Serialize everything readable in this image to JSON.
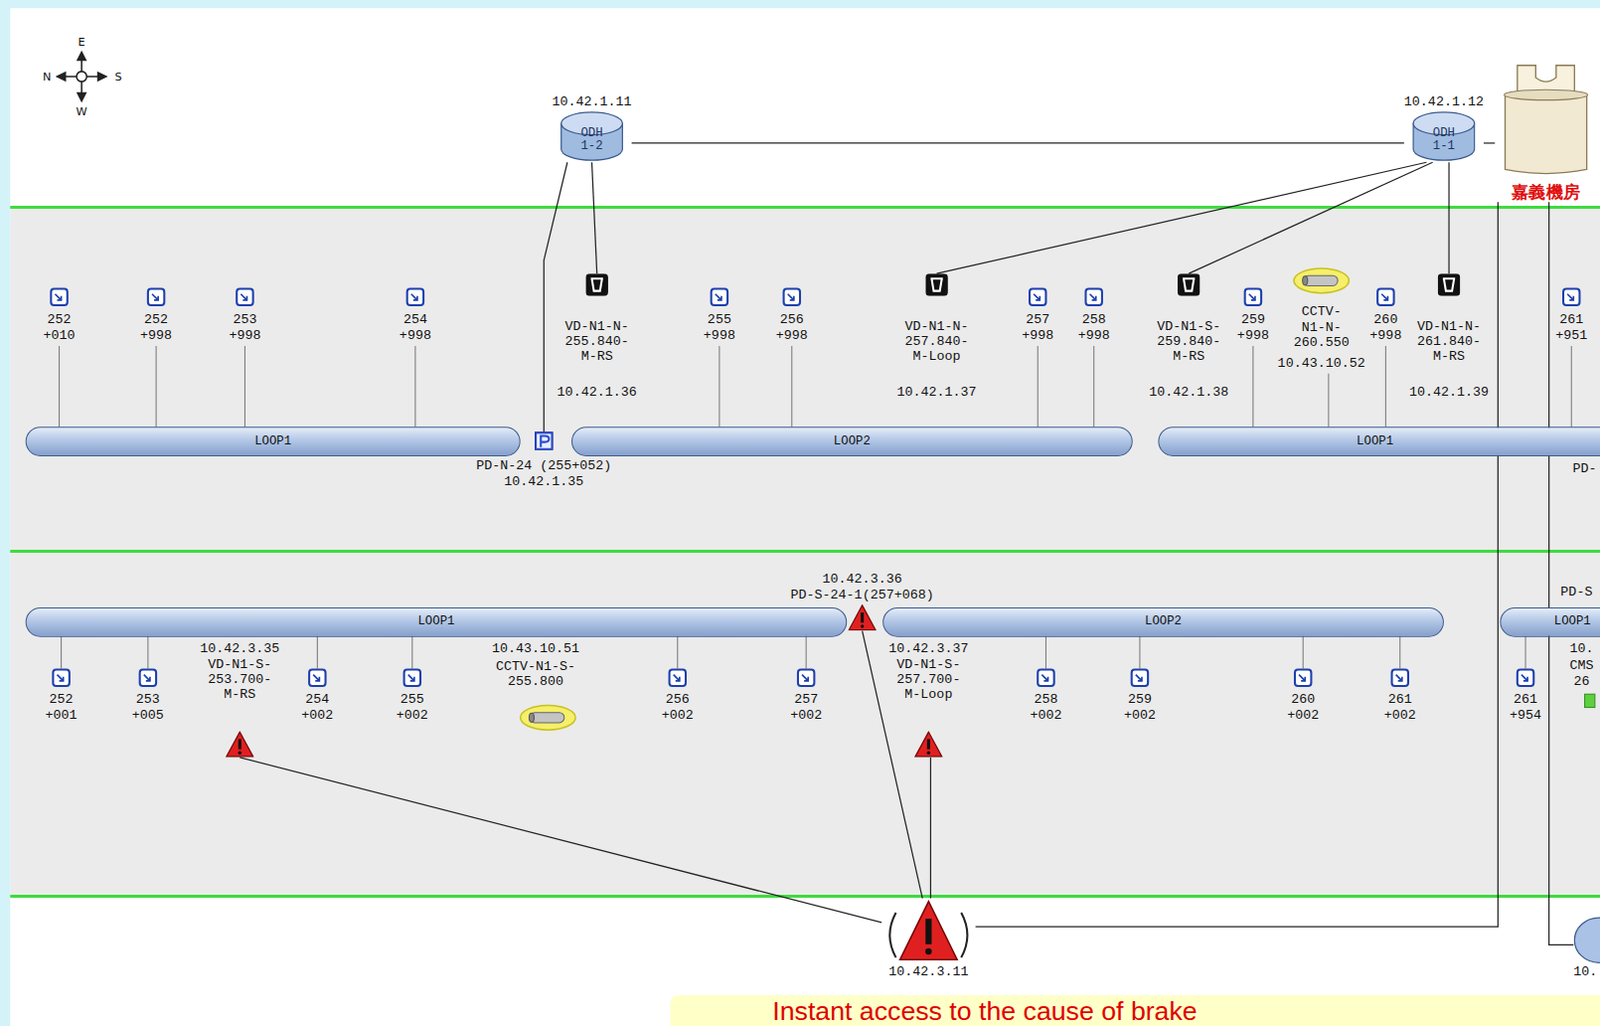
{
  "diagram": {
    "caption": "Instant access to the cause of brake",
    "nodes": [
      {
        "text": [
          "10.42.1.11",
          "ODH 1-2"
        ]
      },
      {
        "text": [
          "10.42.1.12",
          "ODH 1-1"
        ]
      },
      {
        "text": [
          "嘉義機房"
        ]
      },
      {
        "text": [
          "VD-N1-N- 255.840- M-RS",
          "10.42.1.36"
        ]
      },
      {
        "text": [
          "VD-N1-N- 257.840- M-Loop",
          "10.42.1.37"
        ]
      },
      {
        "text": [
          "VD-N1-S- 259.840- M-RS",
          "10.42.1.38"
        ]
      },
      {
        "text": [
          "VD-N1-N- 261.840- M-RS",
          "10.42.1.39"
        ]
      },
      {
        "text": [
          "PD-N-24 (255+052)",
          "10.42.1.35"
        ]
      },
      {
        "text": [
          "LOOP1"
        ]
      },
      {
        "text": [
          "LOOP2"
        ]
      },
      {
        "text": [
          "LOOP1"
        ]
      },
      {
        "text": [
          "LOOP1"
        ]
      },
      {
        "text": [
          "LOOP2"
        ]
      },
      {
        "text": [
          "LOOP1"
        ]
      },
      {
        "text": [
          "10.42.3.36",
          "PD-S-24-1(257+068)"
        ]
      },
      {
        "text": [
          "10.42.3.35",
          "VD-N1-S- 253.700- M-RS"
        ]
      },
      {
        "text": [
          "10.42.3.37",
          "VD-N1-S- 257.700- M-Loop"
        ]
      },
      {
        "text": [
          "10.42.3.11"
        ]
      },
      {
        "text": [
          "10."
        ]
      }
    ],
    "edges": [
      {
        "from": 0,
        "to": 1,
        "arrow": "none"
      },
      {
        "from": 0,
        "to": 3,
        "arrow": "none"
      },
      {
        "from": 0,
        "to": 7,
        "arrow": "none"
      },
      {
        "from": 1,
        "to": 4,
        "arrow": "none"
      },
      {
        "from": 1,
        "to": 5,
        "arrow": "none"
      },
      {
        "from": 1,
        "to": 6,
        "arrow": "none"
      },
      {
        "from": 1,
        "to": 2,
        "arrow": "none"
      },
      {
        "from": 17,
        "to": 15,
        "arrow": "none"
      },
      {
        "from": 17,
        "to": 14,
        "arrow": "none"
      },
      {
        "from": 17,
        "to": 16,
        "arrow": "none"
      },
      {
        "from": 17,
        "to": 2,
        "arrow": "none"
      },
      {
        "from": 2,
        "to": 18,
        "arrow": "none"
      }
    ],
    "labels": [
      "N",
      "E",
      "S",
      "W",
      "252 +010",
      "252 +998",
      "253 +998",
      "254 +998",
      "255 +998",
      "256 +998",
      "257 +998",
      "258 +998",
      "259 +998",
      "260 +998",
      "261 +951",
      "CCTV- N1-N- 260.550",
      "10.43.10.52",
      "PD-",
      "252 +001",
      "253 +005",
      "254 +002",
      "255 +002",
      "256 +002",
      "257 +002",
      "258 +002",
      "259 +002",
      "260 +002",
      "261 +002",
      "261 +954",
      "10.43.10.51",
      "CCTV-N1-S- 255.800",
      "PD-S",
      "10.",
      "CMS",
      "26"
    ]
  }
}
